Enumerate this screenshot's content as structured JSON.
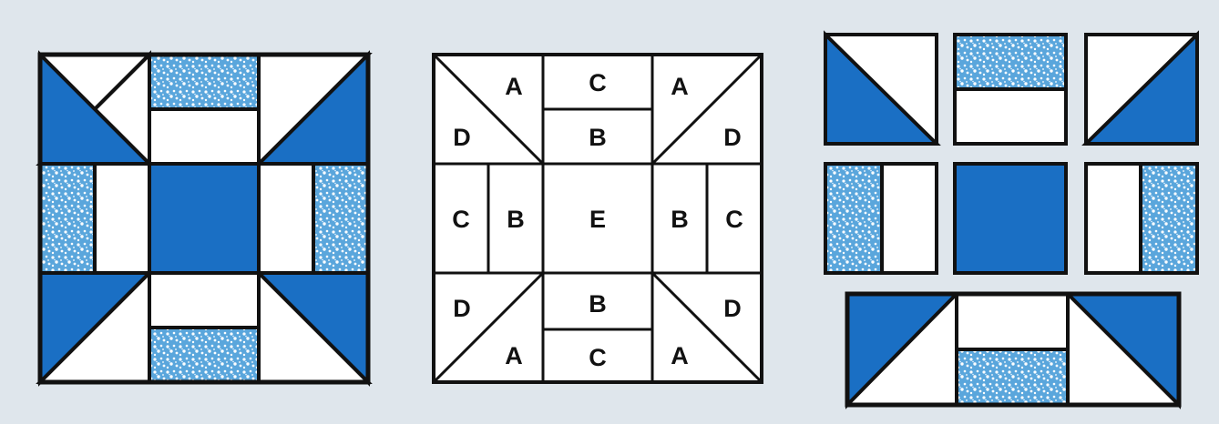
{
  "colors": {
    "background": "#dfe6ec",
    "outline": "#111111",
    "white": "#ffffff",
    "blue": "#1a6fc4",
    "dot_fabric": "#5aa6dc",
    "dot_speck": "#ffffff"
  },
  "fabrics": {
    "white": "plain white",
    "blue": "solid blue",
    "dotted": "light blue with white dots"
  },
  "blocks": {
    "finished": "finished quilt block",
    "key": "piece letter key",
    "units": "exploded units"
  },
  "labels": {
    "corner": "A",
    "strip_inner": "B",
    "strip_outer": "C",
    "corner_outer": "D",
    "center": "E"
  },
  "label_positions": {
    "top_left_A": "A",
    "top_right_A": "A",
    "top_C": "C",
    "top_B": "B",
    "top_left_D": "D",
    "top_right_D": "D",
    "left_C": "C",
    "left_B": "B",
    "center_E": "E",
    "right_B": "B",
    "right_C": "C",
    "bottom_left_D": "D",
    "bottom_right_D": "D",
    "bottom_B": "B",
    "bottom_C": "C",
    "bottom_left_A": "A",
    "bottom_right_A": "A"
  }
}
